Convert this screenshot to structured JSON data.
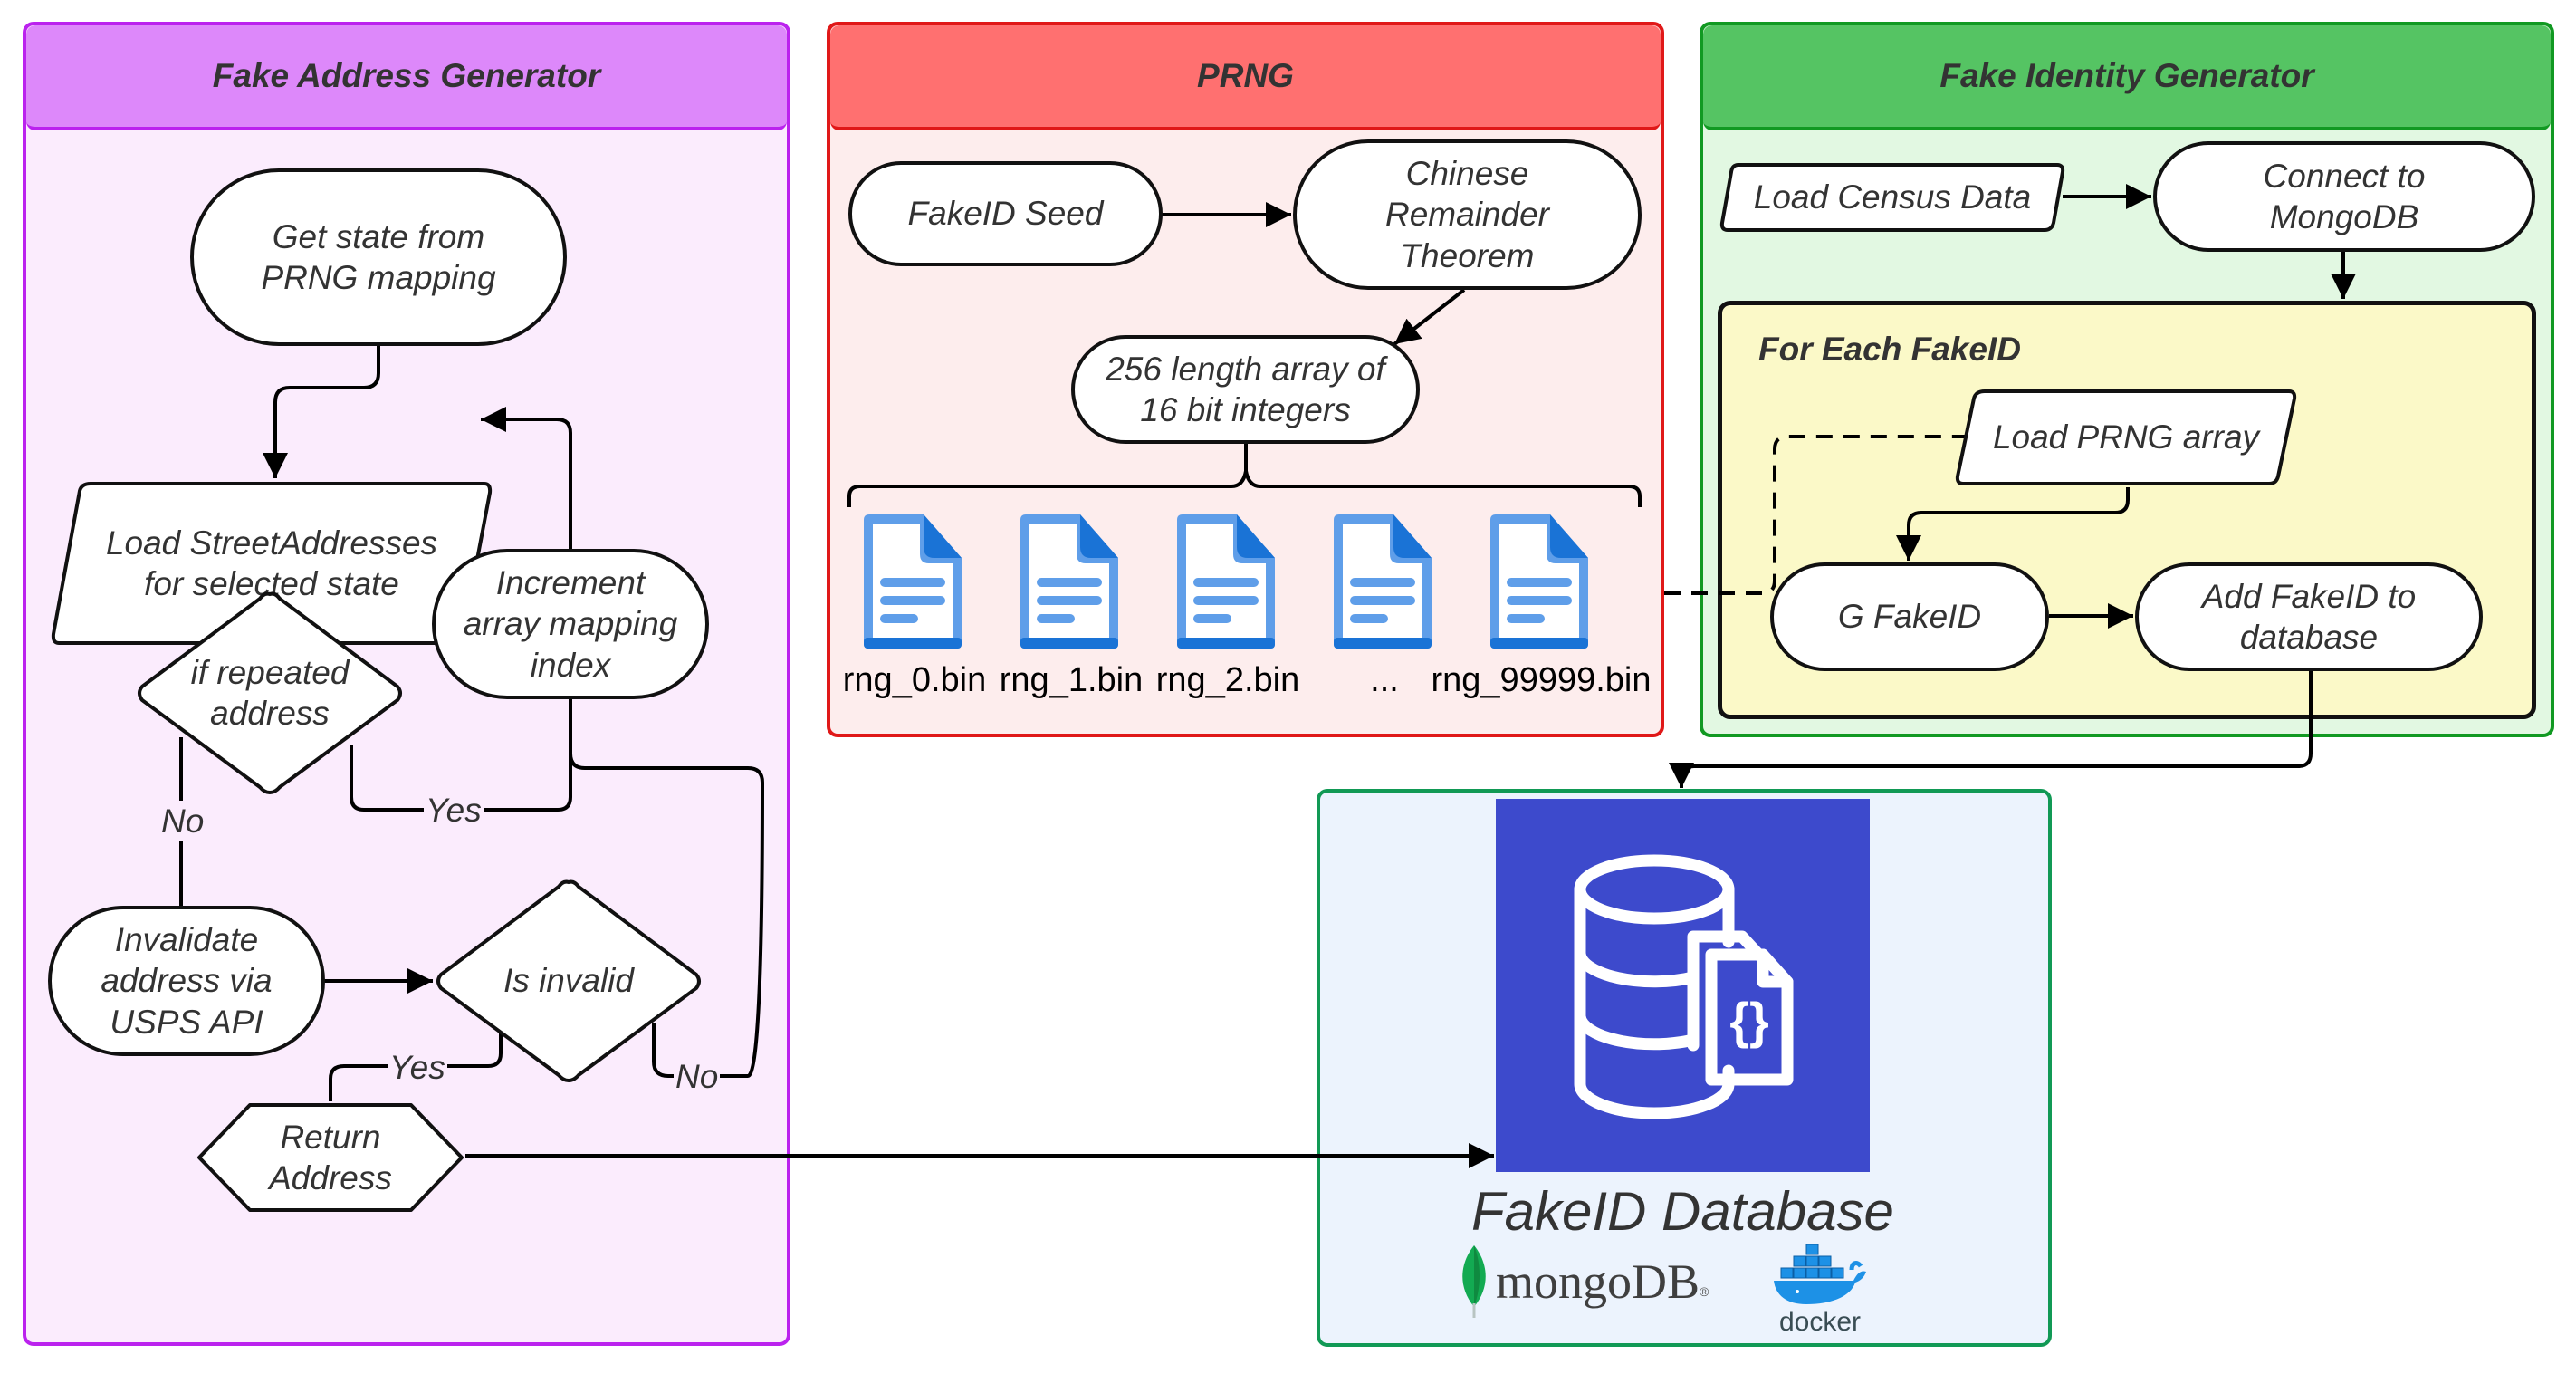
{
  "diagram": {
    "panels": {
      "address": {
        "title": "Fake Address Generator",
        "border": "#bb22ee",
        "header_bg": "#dd88fa",
        "body_bg": "#fbecfd"
      },
      "prng": {
        "title": "PRNG",
        "border": "#e01818",
        "header_bg": "#ff7070",
        "body_bg": "#fdeded"
      },
      "identity": {
        "title": "Fake Identity Generator",
        "border": "#119922",
        "header_bg": "#55c463",
        "body_bg": "#e2f8e2"
      },
      "loop": {
        "title": "For Each FakeID",
        "bg": "#fbf9c8"
      },
      "database": {
        "title": "FakeID Database",
        "border": "#119955",
        "body_bg": "#ecf3fd",
        "tile_bg": "#3d4acc"
      }
    },
    "address_nodes": {
      "get_state": "Get state from\nPRNG mapping",
      "load_streets": "Load StreetAddresses\nfor selected state",
      "if_repeated": "if repeated\naddress",
      "increment": "Increment\narray mapping\nindex",
      "invalidate": "Invalidate\naddress via\nUSPS API",
      "is_invalid": "Is invalid",
      "return_address": "Return\nAddress"
    },
    "address_edges": {
      "repeated_yes": "Yes",
      "repeated_no": "No",
      "invalid_yes": "Yes",
      "invalid_no": "No"
    },
    "prng_nodes": {
      "seed": "FakeID Seed",
      "crt": "Chinese\nRemainder\nTheorem",
      "array": "256 length array of\n16 bit integers"
    },
    "prng_files": [
      {
        "label": "rng_0.bin",
        "icon": "document-icon"
      },
      {
        "label": "rng_1.bin",
        "icon": "document-icon"
      },
      {
        "label": "rng_2.bin",
        "icon": "document-icon"
      },
      {
        "label": "...",
        "icon": "document-icon"
      },
      {
        "label": "rng_99999.bin",
        "icon": "document-icon"
      }
    ],
    "identity_nodes": {
      "load_census": "Load Census Data",
      "connect_mongo": "Connect to\nMongoDB",
      "load_prng": "Load PRNG array",
      "g_fakeid": "G FakeID",
      "add_fakeid": "Add FakeID to\ndatabase"
    },
    "database": {
      "icon": "database-json-icon",
      "logos": {
        "mongodb": "mongoDB",
        "mongodb_mark": "®",
        "docker": "docker"
      }
    }
  }
}
